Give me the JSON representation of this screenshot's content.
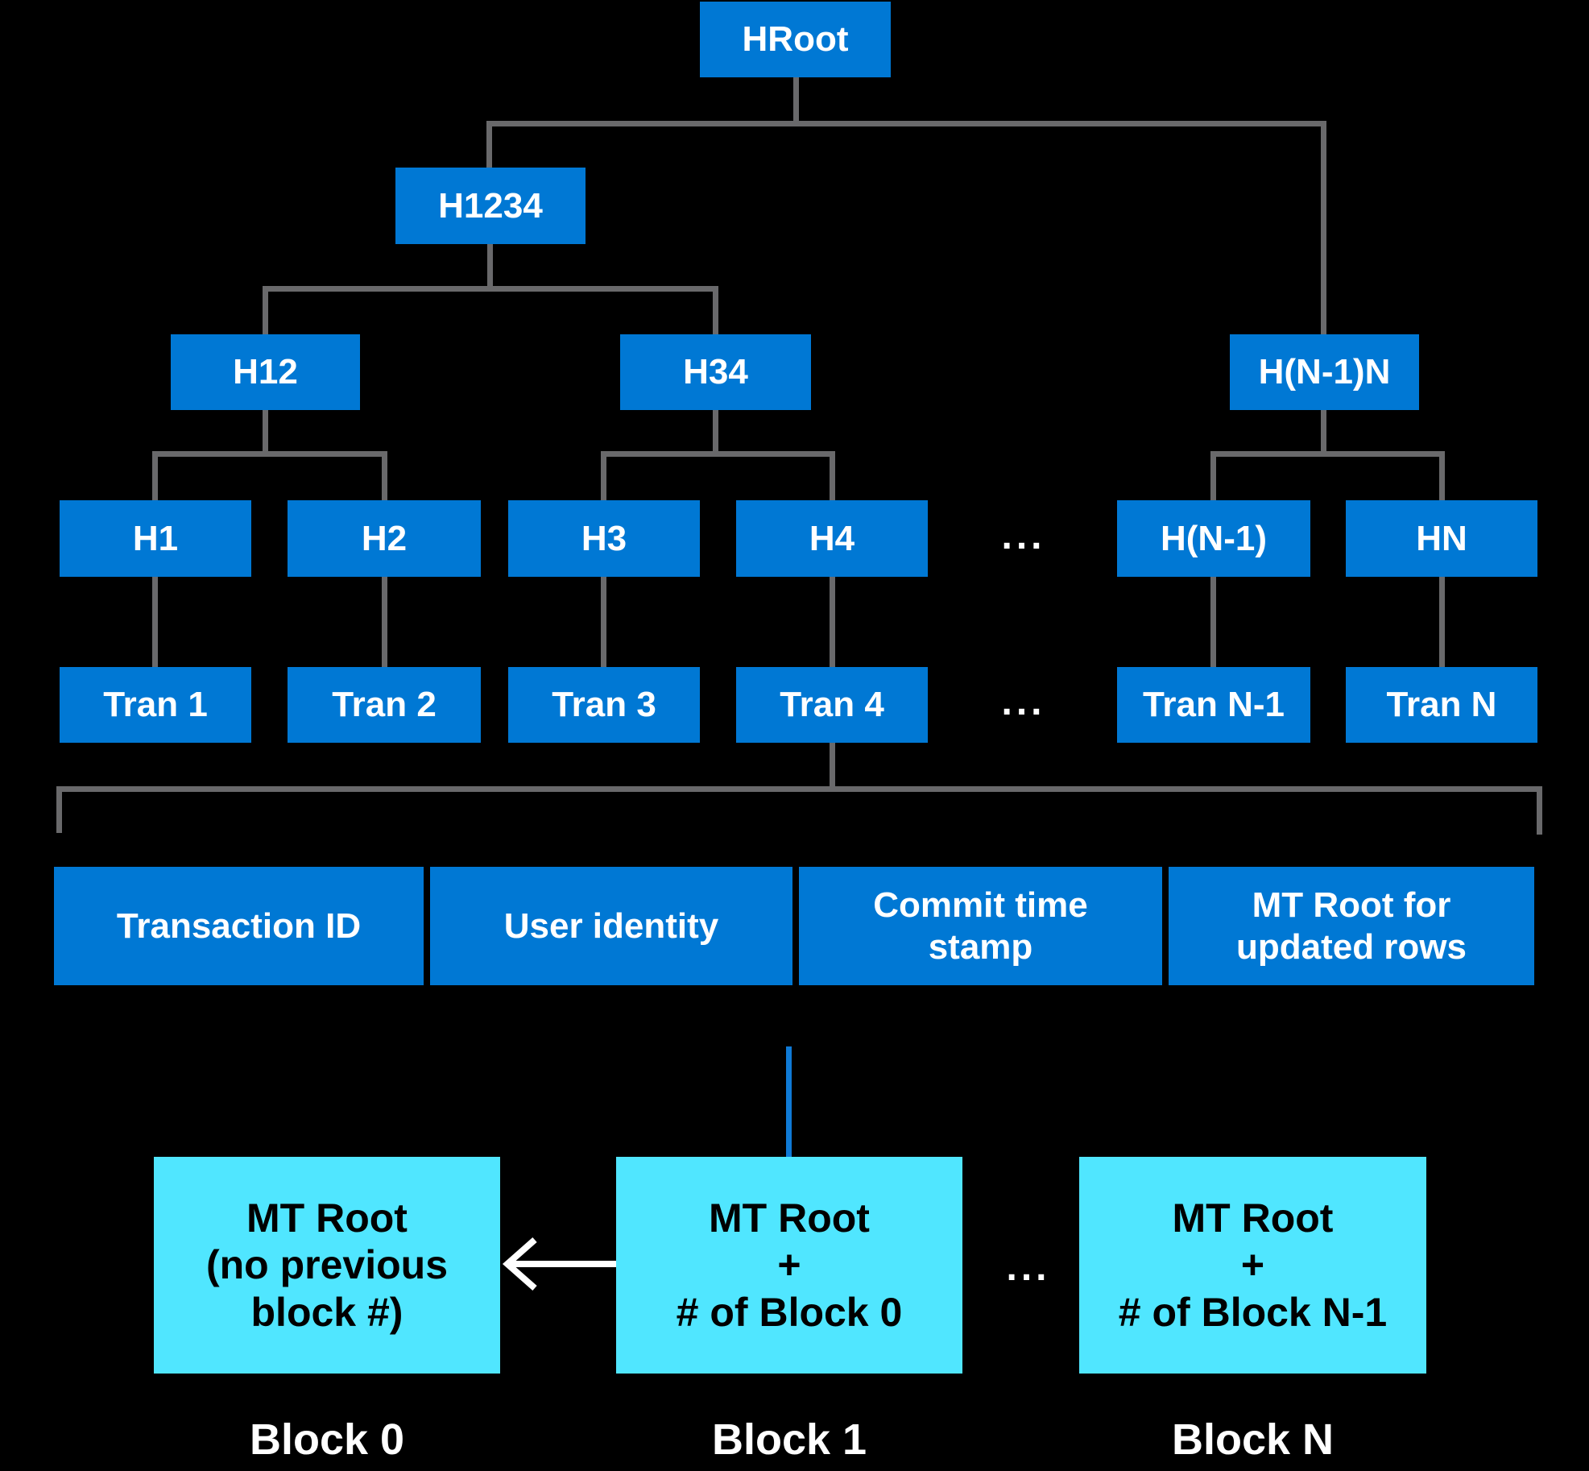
{
  "colors": {
    "node_blue": "#0078d4",
    "block_cyan": "#50e6ff",
    "line_gray": "#69696b",
    "line_blue": "#0f7ad6",
    "node_text": "#ffffff",
    "block_text": "#000000"
  },
  "ellipsis": "...",
  "tree": {
    "root": {
      "label": "HRoot"
    },
    "l2": {
      "label": "H1234"
    },
    "l3": [
      {
        "label": "H12"
      },
      {
        "label": "H34"
      },
      {
        "label": "H(N-1)N"
      }
    ],
    "hashes": [
      {
        "label": "H1"
      },
      {
        "label": "H2"
      },
      {
        "label": "H3"
      },
      {
        "label": "H4"
      },
      {
        "label": "H(N-1)"
      },
      {
        "label": "HN"
      }
    ],
    "transactions": [
      {
        "label": "Tran 1"
      },
      {
        "label": "Tran 2"
      },
      {
        "label": "Tran 3"
      },
      {
        "label": "Tran 4"
      },
      {
        "label": "Tran N-1"
      },
      {
        "label": "Tran N"
      }
    ]
  },
  "transaction_fields": [
    {
      "lines": [
        "Transaction ID"
      ]
    },
    {
      "lines": [
        "User identity"
      ]
    },
    {
      "lines": [
        "Commit time",
        "stamp"
      ]
    },
    {
      "lines": [
        "MT Root for",
        "updated rows"
      ]
    }
  ],
  "blocks": [
    {
      "lines": [
        "MT Root",
        "(no previous",
        "block #)"
      ],
      "label": "Block 0"
    },
    {
      "lines": [
        "MT Root",
        "+",
        "# of Block 0"
      ],
      "label": "Block 1"
    },
    {
      "lines": [
        "MT Root",
        "+",
        "# of Block N-1"
      ],
      "label": "Block N"
    }
  ]
}
